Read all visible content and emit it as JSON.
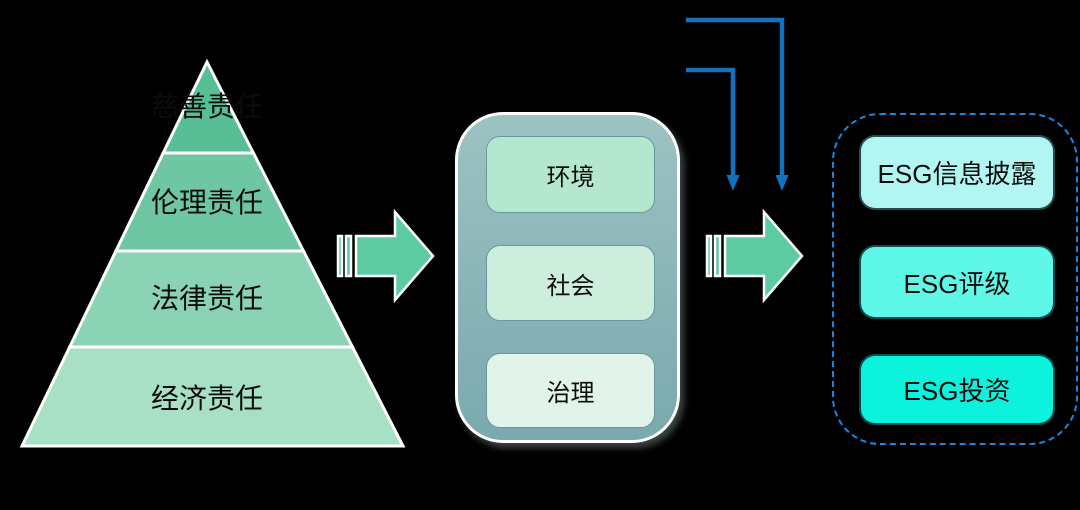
{
  "canvas": {
    "background": "#000000"
  },
  "pyramid": {
    "layers": [
      {
        "label": "慈善责任",
        "color": "#57BE96"
      },
      {
        "label": "伦理责任",
        "color": "#6EC7A2"
      },
      {
        "label": "法律责任",
        "color": "#8AD3B4"
      },
      {
        "label": "经济责任",
        "color": "#A8E0C6"
      }
    ]
  },
  "flow_arrows": {
    "color": "#5CCBA1"
  },
  "pillars": {
    "gradient_top": "#9DC2C2",
    "gradient_bottom": "#7AA9AE",
    "items": [
      {
        "label": "环境",
        "color": "#B5E7CE"
      },
      {
        "label": "社会",
        "color": "#CDEEDD"
      },
      {
        "label": "治理",
        "color": "#E2F3EA"
      }
    ]
  },
  "outcomes": {
    "border_color": "#1A86DD",
    "items": [
      {
        "label": "ESG信息披露",
        "color": "#B2F6F3"
      },
      {
        "label": "ESG评级",
        "color": "#5FF8E8"
      },
      {
        "label": "ESG投资",
        "color": "#0DF2DC"
      }
    ]
  },
  "connector_arrows": {
    "color": "#1272BD"
  }
}
